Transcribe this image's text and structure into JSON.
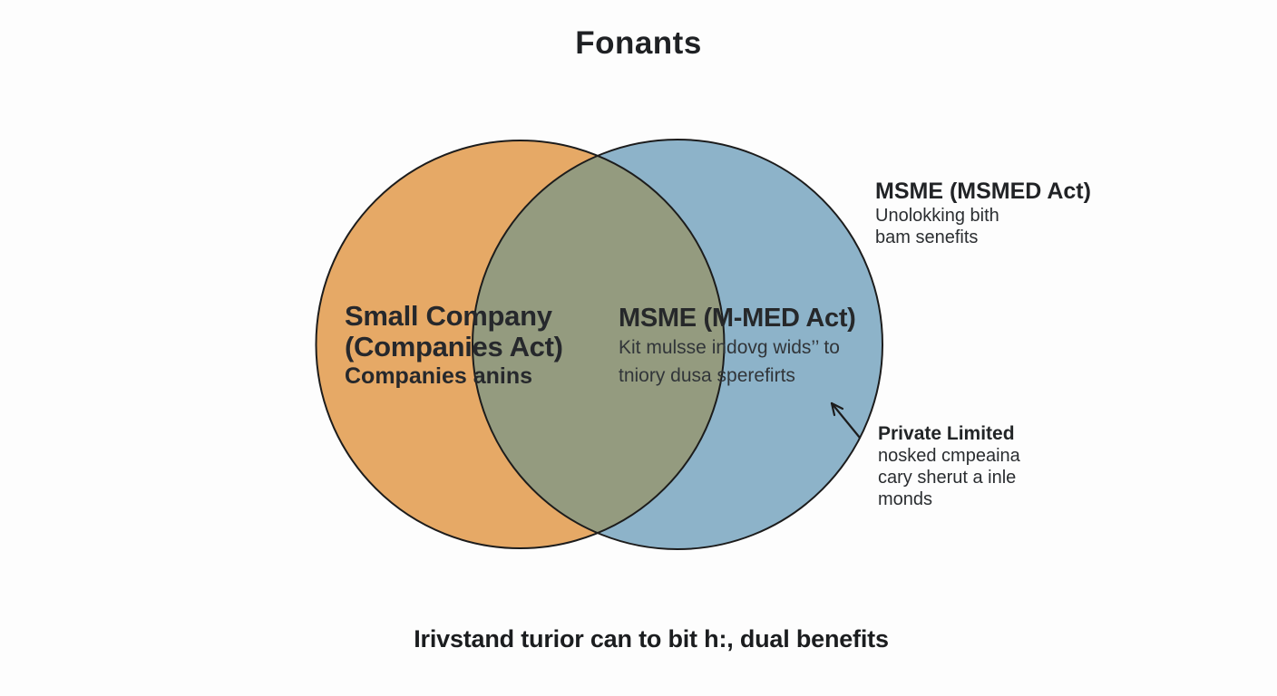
{
  "colors": {
    "background": "#fdfdfd",
    "left_circle_fill": "#e6a966",
    "right_circle_fill": "#8db3c9",
    "overlap_fill": "#949b7f",
    "circle_stroke": "#1c1c1c",
    "arrow": "#1c1c1c",
    "text_dark": "#222428"
  },
  "title": "Fonants",
  "left_region": {
    "heading_line1": "Small Company",
    "heading_line2": "(Companies Act)",
    "subline": "Companies anins"
  },
  "overlap_region": {
    "heading": "MSME (M-MED Act)",
    "body_line1": "Kit mulsse indovg wids’’ to",
    "body_line2": "tniory dusa sperefirts"
  },
  "right_outside_label": {
    "heading": "MSME (MSMED Act)",
    "body_line1": "Unolokking bith",
    "body_line2": "bam senefits"
  },
  "arrow_label": {
    "heading": "Private Limited",
    "body_line1": "nosked cmpeaina",
    "body_line2": "cary sherut a inle",
    "body_line3": "monds"
  },
  "caption": "Irivstand turior can to bit h:, dual benefits"
}
